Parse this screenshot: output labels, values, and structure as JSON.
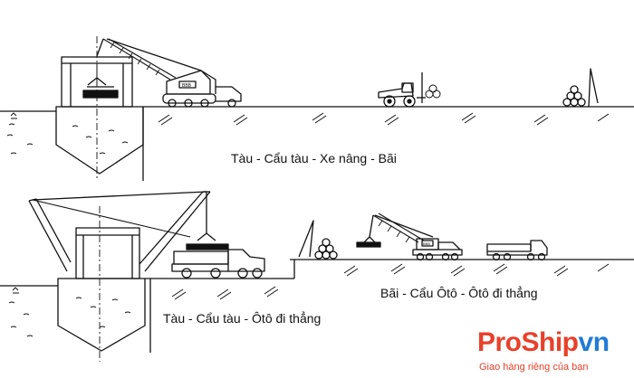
{
  "scenes": [
    {
      "id": "scene-1",
      "caption": "Tàu - Cẩu tàu - Xe nâng - Bãi"
    },
    {
      "id": "scene-2",
      "caption": "Tàu - Cẩu tàu - Ôtô đi thẳng"
    },
    {
      "id": "scene-3",
      "caption": "Bãi - Cẩu Ôtô - Ôtô đi thẳng"
    }
  ],
  "crane_labels": {
    "upper": "BBB",
    "lower": "BBB"
  },
  "brand": {
    "name_part1": "ProShip",
    "name_part2": "vn",
    "tagline": "Giao hàng riêng của bạn"
  },
  "colors": {
    "line": "#111111",
    "brand_red": "#e8402a",
    "brand_blue": "#1f7bd6"
  }
}
